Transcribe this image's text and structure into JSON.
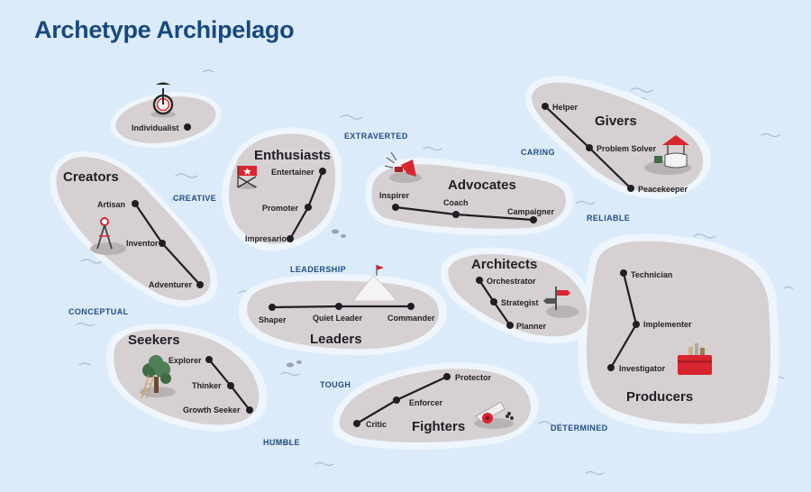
{
  "title": "Archetype Archipelago",
  "colors": {
    "sea": "#dcebf9",
    "shore": "#eef5fc",
    "island": "#d6d0d2",
    "title": "#17497e",
    "trait": "#1f4f80",
    "ink": "#1e1e24",
    "accent": "#d8252f"
  },
  "islands": [
    {
      "name": "Individualist-island",
      "label": "",
      "nodes": [
        "Individualist"
      ],
      "icon": "unicycle-icon"
    },
    {
      "name": "Creators",
      "label": "Creators",
      "nodes": [
        "Artisan",
        "Inventor",
        "Adventurer"
      ],
      "icon": "compass-icon"
    },
    {
      "name": "Enthusiasts",
      "label": "Enthusiasts",
      "nodes": [
        "Entertainer",
        "Promoter",
        "Impresario"
      ],
      "icon": "director-chair-icon"
    },
    {
      "name": "Advocates",
      "label": "Advocates",
      "nodes": [
        "Inspirer",
        "Coach",
        "Campaigner"
      ],
      "icon": "megaphone-icon"
    },
    {
      "name": "Givers",
      "label": "Givers",
      "nodes": [
        "Helper",
        "Problem Solver",
        "Peacekeeper"
      ],
      "icon": "wishing-well-icon"
    },
    {
      "name": "Leaders",
      "label": "Leaders",
      "nodes": [
        "Shaper",
        "Quiet Leader",
        "Commander"
      ],
      "icon": "flag-hill-icon"
    },
    {
      "name": "Architects",
      "label": "Architects",
      "nodes": [
        "Orchestrator",
        "Strategist",
        "Planner"
      ],
      "icon": "signpost-icon"
    },
    {
      "name": "Producers",
      "label": "Producers",
      "nodes": [
        "Technician",
        "Implementer",
        "Investigator"
      ],
      "icon": "toolbox-icon"
    },
    {
      "name": "Seekers",
      "label": "Seekers",
      "nodes": [
        "Explorer",
        "Thinker",
        "Growth Seeker"
      ],
      "icon": "tree-ladder-icon"
    },
    {
      "name": "Fighters",
      "label": "Fighters",
      "nodes": [
        "Protector",
        "Enforcer",
        "Critic"
      ],
      "icon": "cannon-icon"
    }
  ],
  "traits": [
    "EXTRAVERTED",
    "CARING",
    "CREATIVE",
    "RELIABLE",
    "LEADERSHIP",
    "CONCEPTUAL",
    "TOUGH",
    "HUMBLE",
    "DETERMINED"
  ]
}
